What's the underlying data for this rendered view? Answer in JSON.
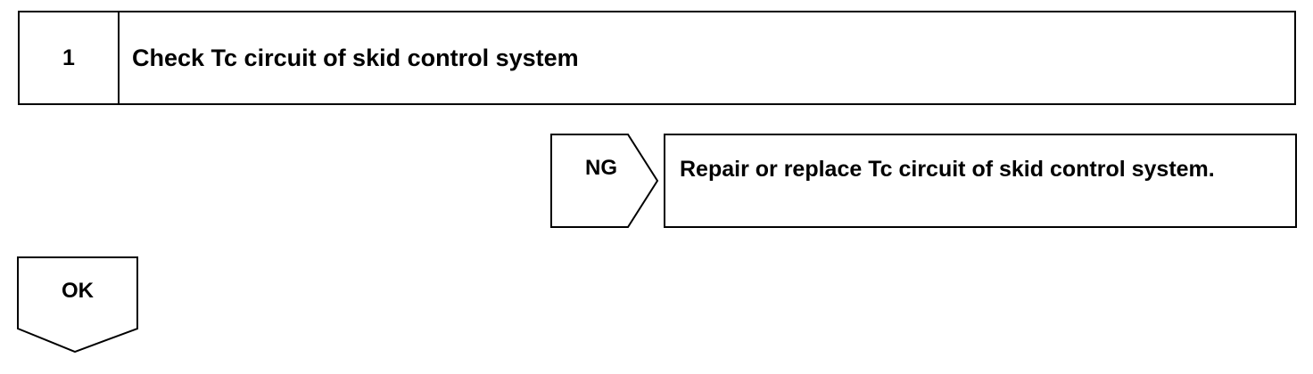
{
  "step": {
    "number": "1",
    "title": "Check Tc circuit of skid control system"
  },
  "ng_branch": {
    "label": "NG",
    "action": "Repair or replace Tc circuit of skid control system."
  },
  "ok_branch": {
    "label": "OK"
  }
}
